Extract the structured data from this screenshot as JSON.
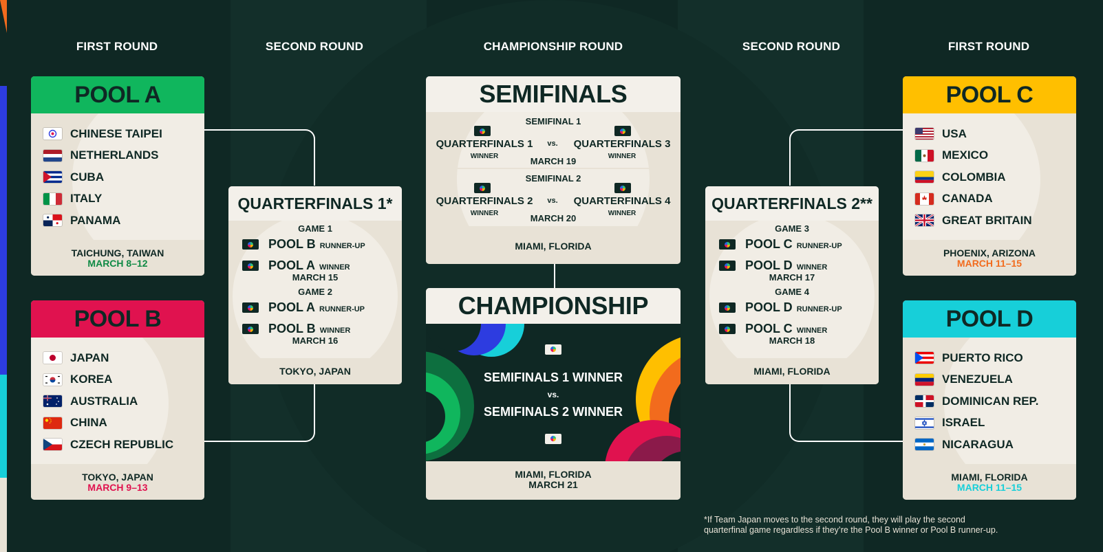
{
  "headings": {
    "left_first": "FIRST ROUND",
    "left_second": "SECOND ROUND",
    "center": "CHAMPIONSHIP ROUND",
    "right_second": "SECOND ROUND",
    "right_first": "FIRST ROUND"
  },
  "colors": {
    "background": "#0f2824",
    "card": "#e8e2d6",
    "pool_a": "#10b65d",
    "pool_b": "#e0124f",
    "pool_c": "#ffbf00",
    "pool_d": "#17cfd9",
    "date_a": "#0f8a45",
    "date_b": "#e0124f",
    "date_c": "#f26b1d",
    "date_d": "#17cfd9"
  },
  "pools": {
    "a": {
      "name": "POOL A",
      "teams": [
        {
          "name": "CHINESE TAIPEI",
          "flag": "chinese-taipei-flag-icon"
        },
        {
          "name": "NETHERLANDS",
          "flag": "netherlands-flag-icon"
        },
        {
          "name": "CUBA",
          "flag": "cuba-flag-icon"
        },
        {
          "name": "ITALY",
          "flag": "italy-flag-icon"
        },
        {
          "name": "PANAMA",
          "flag": "panama-flag-icon"
        }
      ],
      "location": "TAICHUNG, TAIWAN",
      "dates": "MARCH 8–12"
    },
    "b": {
      "name": "POOL B",
      "teams": [
        {
          "name": "JAPAN",
          "flag": "japan-flag-icon"
        },
        {
          "name": "KOREA",
          "flag": "korea-flag-icon"
        },
        {
          "name": "AUSTRALIA",
          "flag": "australia-flag-icon"
        },
        {
          "name": "CHINA",
          "flag": "china-flag-icon"
        },
        {
          "name": "CZECH REPUBLIC",
          "flag": "czech-republic-flag-icon"
        }
      ],
      "location": "TOKYO, JAPAN",
      "dates": "MARCH 9–13"
    },
    "c": {
      "name": "POOL C",
      "teams": [
        {
          "name": "USA",
          "flag": "usa-flag-icon"
        },
        {
          "name": "MEXICO",
          "flag": "mexico-flag-icon"
        },
        {
          "name": "COLOMBIA",
          "flag": "colombia-flag-icon"
        },
        {
          "name": "CANADA",
          "flag": "canada-flag-icon"
        },
        {
          "name": "GREAT BRITAIN",
          "flag": "great-britain-flag-icon"
        }
      ],
      "location": "PHOENIX, ARIZONA",
      "dates": "MARCH 11–15"
    },
    "d": {
      "name": "POOL D",
      "teams": [
        {
          "name": "PUERTO RICO",
          "flag": "puerto-rico-flag-icon"
        },
        {
          "name": "VENEZUELA",
          "flag": "venezuela-flag-icon"
        },
        {
          "name": "DOMINICAN REP.",
          "flag": "dominican-republic-flag-icon"
        },
        {
          "name": "ISRAEL",
          "flag": "israel-flag-icon"
        },
        {
          "name": "NICARAGUA",
          "flag": "nicaragua-flag-icon"
        }
      ],
      "location": "MIAMI, FLORIDA",
      "dates": "MARCH 11–15"
    }
  },
  "qf1": {
    "title": "QUARTERFINALS 1*",
    "games": [
      {
        "label": "GAME 1",
        "teams": [
          {
            "name": "POOL B",
            "suffix": "RUNNER-UP"
          },
          {
            "name": "POOL A",
            "suffix": "WINNER"
          }
        ],
        "date": "MARCH 15"
      },
      {
        "label": "GAME 2",
        "teams": [
          {
            "name": "POOL A",
            "suffix": "RUNNER-UP"
          },
          {
            "name": "POOL B",
            "suffix": "WINNER"
          }
        ],
        "date": "MARCH 16"
      }
    ],
    "location": "TOKYO, JAPAN"
  },
  "qf2": {
    "title": "QUARTERFINALS 2**",
    "games": [
      {
        "label": "GAME 3",
        "teams": [
          {
            "name": "POOL C",
            "suffix": "RUNNER-UP"
          },
          {
            "name": "POOL D",
            "suffix": "WINNER"
          }
        ],
        "date": "MARCH 17"
      },
      {
        "label": "GAME 4",
        "teams": [
          {
            "name": "POOL D",
            "suffix": "RUNNER-UP"
          },
          {
            "name": "POOL C",
            "suffix": "WINNER"
          }
        ],
        "date": "MARCH 18"
      }
    ],
    "location": "MIAMI, FLORIDA"
  },
  "semis": {
    "title": "SEMIFINALS",
    "games": [
      {
        "label": "SEMIFINAL 1",
        "left": "QUARTERFINALS 1",
        "right": "QUARTERFINALS 3",
        "winner": "WINNER",
        "vs": "vs.",
        "date": "MARCH 19"
      },
      {
        "label": "SEMIFINAL 2",
        "left": "QUARTERFINALS 2",
        "right": "QUARTERFINALS 4",
        "winner": "WINNER",
        "vs": "vs.",
        "date": "MARCH 20"
      }
    ],
    "location": "MIAMI, FLORIDA"
  },
  "championship": {
    "title": "CHAMPIONSHIP",
    "team1": "SEMIFINALS 1 WINNER",
    "vs": "vs.",
    "team2": "SEMIFINALS 2 WINNER",
    "location": "MIAMI, FLORIDA",
    "date": "MARCH 21"
  },
  "footnote": {
    "line1": "*If Team Japan moves to the second round, they will play the second",
    "line2": "quarterfinal game regardless if they’re the Pool B winner or Pool B runner-up."
  }
}
